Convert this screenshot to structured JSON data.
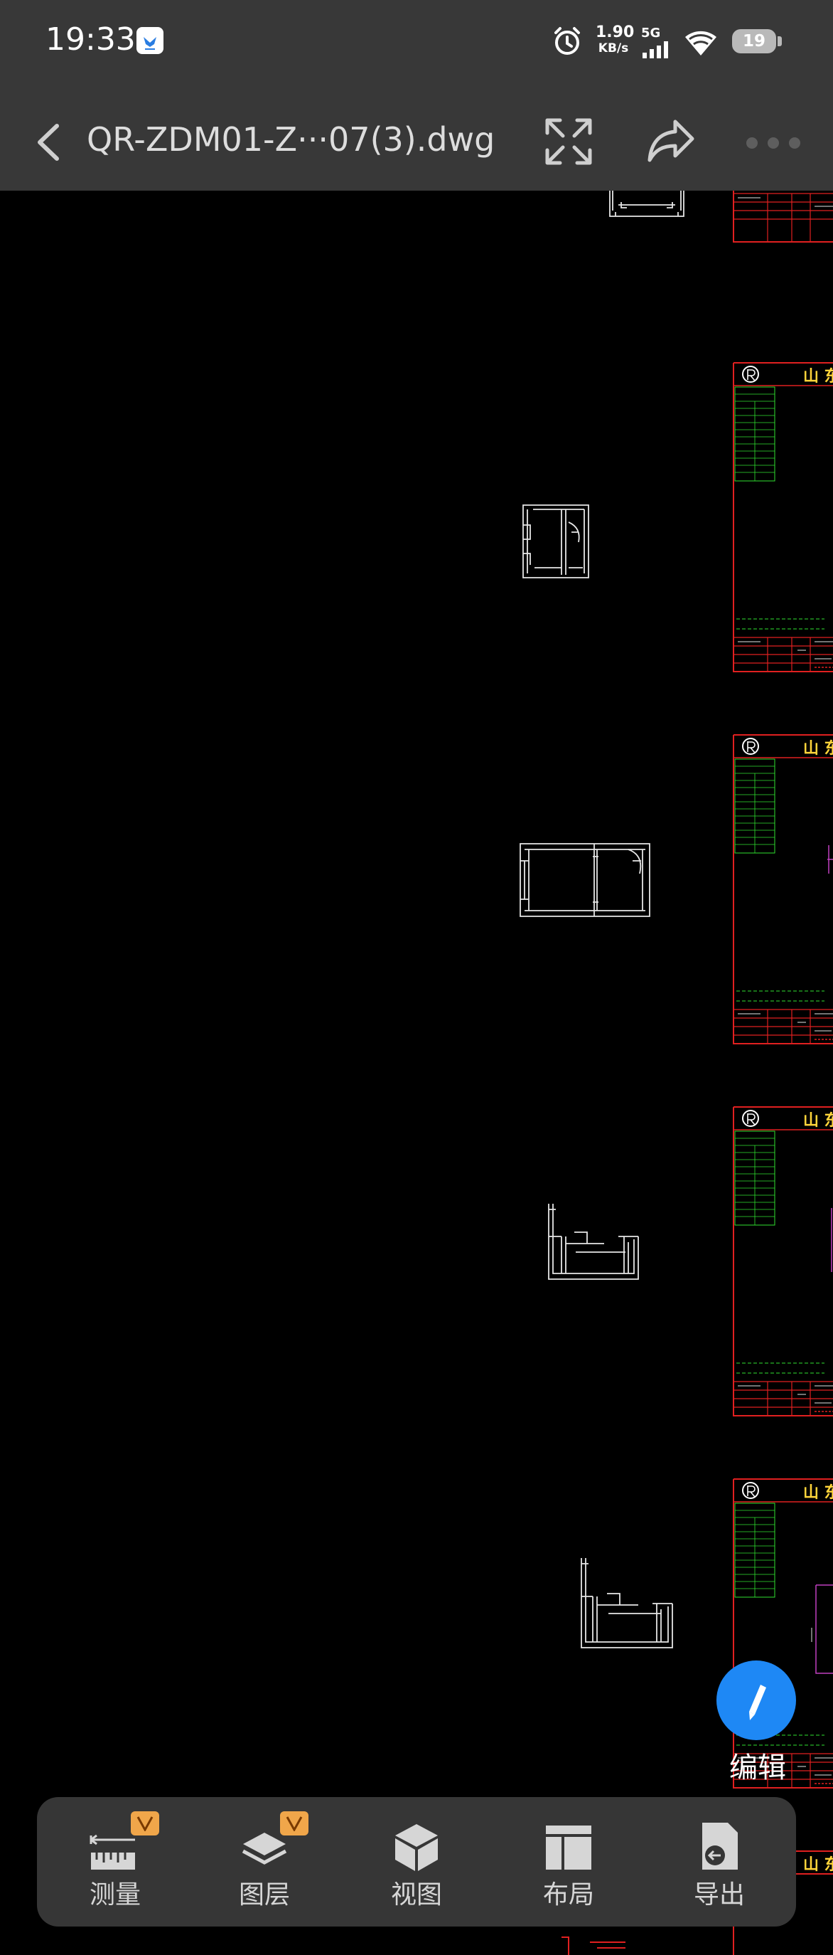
{
  "status_bar": {
    "time": "19:33",
    "net_speed_value": "1.90",
    "net_speed_unit": "KB/s",
    "network_type": "5G",
    "battery_level": "19",
    "icons": [
      "app-notification-icon",
      "alarm-icon",
      "signal-icon",
      "wifi-icon",
      "battery-icon"
    ]
  },
  "toolbar": {
    "file_name": "QR-ZDM01-Z···07(3).dwg",
    "icons": [
      "back-arrow-icon",
      "fullscreen-icon",
      "share-icon",
      "more-icon"
    ]
  },
  "drawing": {
    "title_block_text": [
      "山 东",
      "山 东",
      "山 东",
      "山 东",
      "山 东"
    ],
    "colors": {
      "background": "#000000",
      "frame_red": "#e02020",
      "table_green": "#2fe02f",
      "profile_white": "#e6e6e6",
      "title_yellow": "#ffd43a",
      "dim_magenta": "#c040c0"
    }
  },
  "edit_fab": {
    "label": "编辑",
    "icon": "pencil-icon"
  },
  "bottom_toolbar": {
    "items": [
      {
        "label": "测量",
        "icon": "ruler-icon",
        "vip": "V"
      },
      {
        "label": "图层",
        "icon": "layers-icon",
        "vip": "V"
      },
      {
        "label": "视图",
        "icon": "cube-icon"
      },
      {
        "label": "布局",
        "icon": "layout-icon"
      },
      {
        "label": "导出",
        "icon": "export-icon"
      }
    ]
  }
}
